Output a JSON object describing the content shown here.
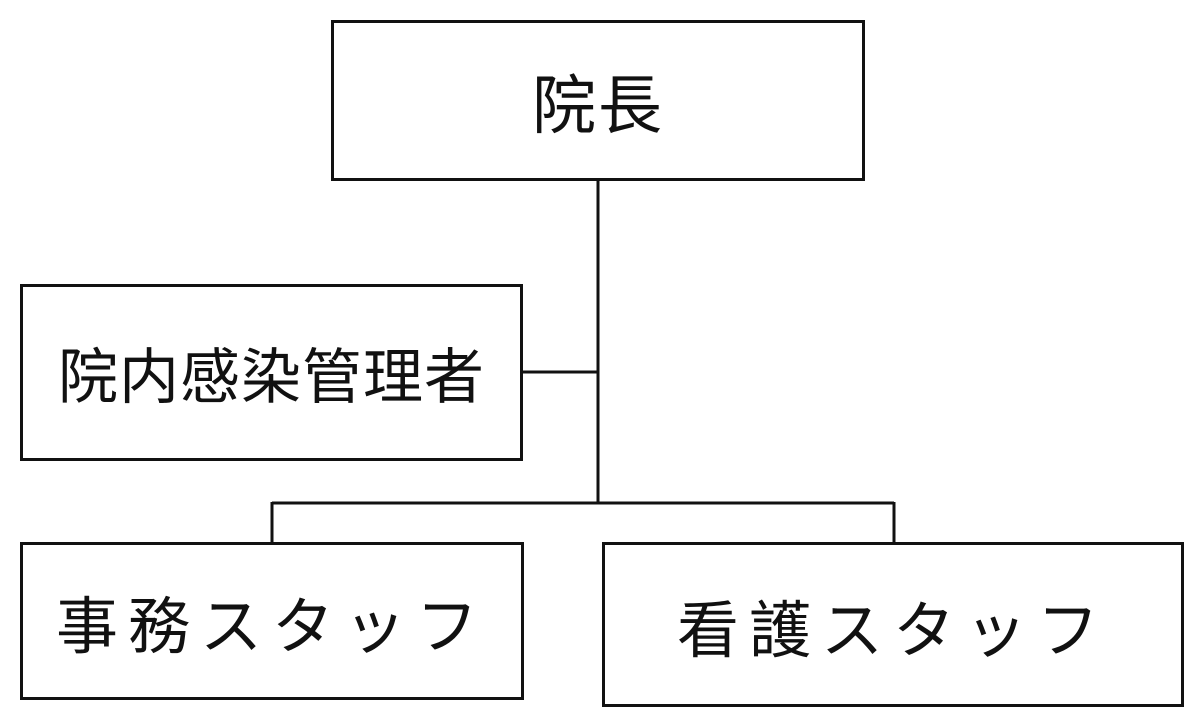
{
  "diagram": {
    "nodes": {
      "director": "院長",
      "infection_control_manager": "院内感染管理者",
      "office_staff": "事務スタッフ",
      "nursing_staff": "看護スタッフ"
    },
    "edges": [
      {
        "from": "director",
        "to": "infection_control_manager"
      },
      {
        "from": "director",
        "to": "office_staff"
      },
      {
        "from": "director",
        "to": "nursing_staff"
      }
    ]
  },
  "colors": {
    "line": "#111111",
    "box_border": "#111111",
    "background": "#ffffff"
  }
}
